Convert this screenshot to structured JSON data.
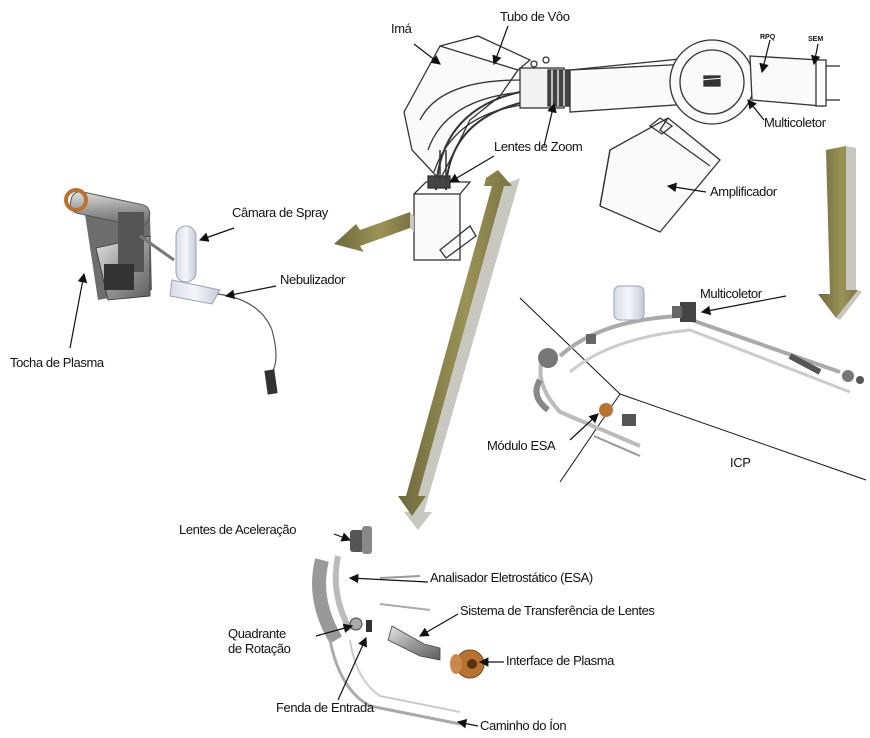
{
  "labels": {
    "ima": "Imá",
    "tubo_de_voo": "Tubo de Vôo",
    "rpq": "RPQ",
    "sem": "SEM",
    "multicoletor_top": "Multicoletor",
    "lentes_de_zoom": "Lentes de Zoom",
    "amplificador": "Amplificador",
    "camara_de_spray": "Câmara de Spray",
    "nebulizador": "Nebulizador",
    "tocha_de_plasma": "Tocha de Plasma",
    "multicoletor_right": "Multicoletor",
    "modulo_esa": "Módulo ESA",
    "icp": "ICP",
    "lentes_de_aceleracao": "Lentes de Aceleração",
    "analisador_eletrostatico": "Analisador Eletrostático (ESA)",
    "sistema_transferencia": "Sistema de Transferência de Lentes",
    "quadrante_line1": "Quadrante",
    "quadrante_line2": "de Rotação",
    "interface_de_plasma": "Interface de Plasma",
    "fenda_de_entrada": "Fenda de Entrada",
    "caminho_do_ion": "Caminho do Íon"
  },
  "colors": {
    "arrow_front": "#8b8148",
    "arrow_side": "#c9c8c0",
    "line_drawing": "#333333",
    "copper": "#b87333",
    "part_gray": "#8c8c8c"
  }
}
